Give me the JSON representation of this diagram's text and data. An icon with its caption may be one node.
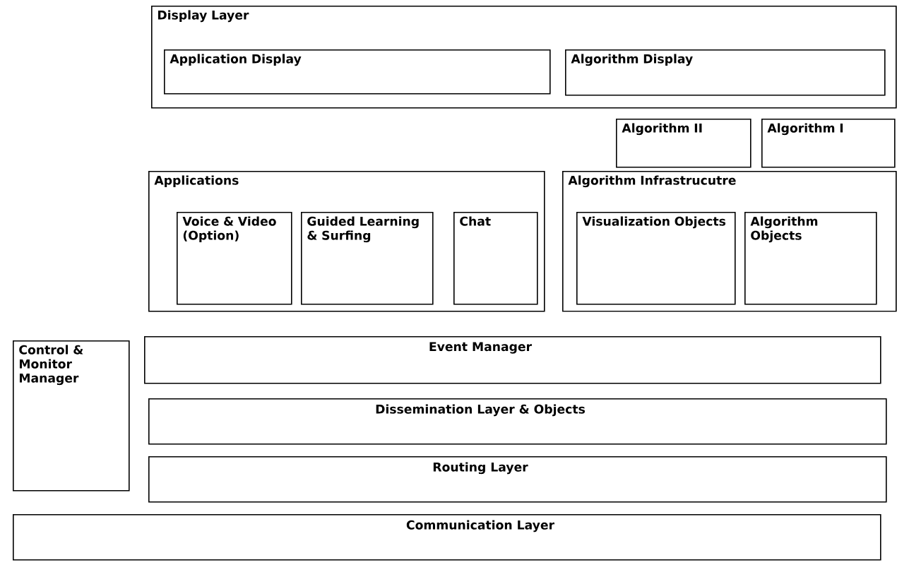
{
  "diagram": {
    "nodes": [
      {
        "text": [
          "Display Layer"
        ]
      },
      {
        "text": [
          "Application Display"
        ],
        "in": 0
      },
      {
        "text": [
          "Algorithm Display"
        ],
        "in": 0
      },
      {
        "text": [
          "Algorithm II"
        ]
      },
      {
        "text": [
          "Algorithm I"
        ]
      },
      {
        "text": [
          "Applications"
        ]
      },
      {
        "text": [
          "Voice & Video (Option)"
        ],
        "in": 5
      },
      {
        "text": [
          "Guided Learning & Surfing"
        ],
        "in": 5
      },
      {
        "text": [
          "Chat"
        ],
        "in": 5
      },
      {
        "text": [
          "Algorithm Infrastrucutre"
        ]
      },
      {
        "text": [
          "Visualization Objects"
        ],
        "in": 9
      },
      {
        "text": [
          "Algorithm Objects"
        ],
        "in": 9
      },
      {
        "text": [
          "Control & Monitor Manager"
        ]
      },
      {
        "text": [
          "Event Manager"
        ]
      },
      {
        "text": [
          "Dissemination Layer & Objects"
        ]
      },
      {
        "text": [
          "Routing Layer"
        ]
      },
      {
        "text": [
          "Communication Layer"
        ]
      }
    ]
  }
}
